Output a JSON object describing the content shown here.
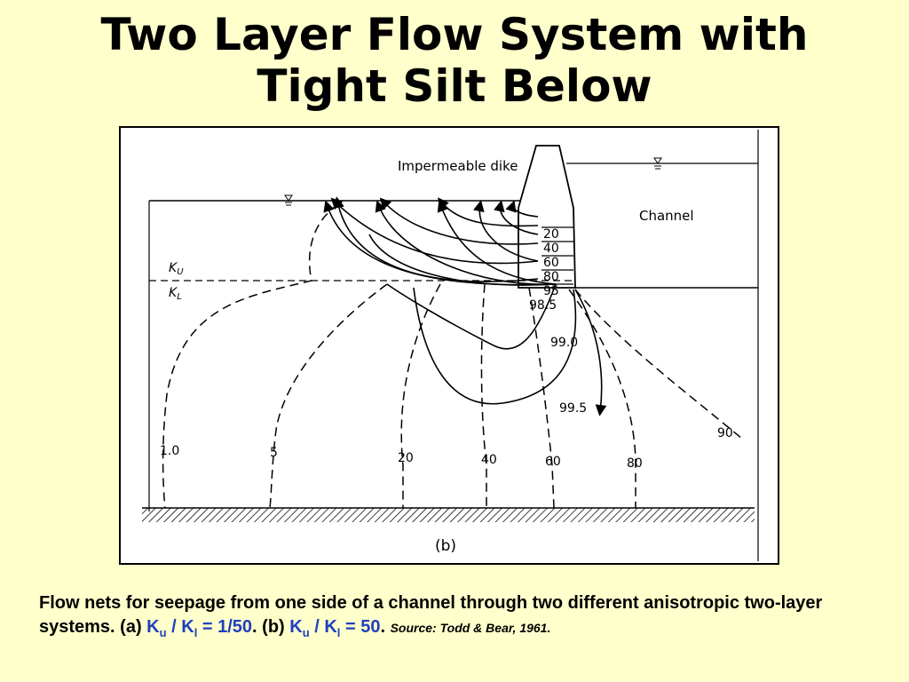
{
  "title": {
    "line1": "Two Layer Flow System with",
    "line2": "Tight Silt Below"
  },
  "figure": {
    "dike_label": "Impermeable dike",
    "channel_label": "Channel",
    "ku_label": "K",
    "ku_sub": "U",
    "kl_label": "K",
    "kl_sub": "L",
    "panel_label": "(b)",
    "dike_head_labels": [
      "20",
      "40",
      "60",
      "80",
      "95"
    ],
    "upper_head_labels": [
      "98.5",
      "99.0",
      "99.5"
    ],
    "streamline_labels": [
      "1.0",
      "5",
      "20",
      "40",
      "60",
      "80",
      "90"
    ]
  },
  "caption": {
    "text1": "Flow nets for seepage from one side of a channel through two different anisotropic two-layer systems. (a) ",
    "ku": "K",
    "ku_sub": "u",
    "slash": " / ",
    "kl": "K",
    "kl_sub": "l",
    "ratio_a": " =  1/50",
    "text2": ". (b) ",
    "ratio_b": " = 50",
    "text3": ".",
    "source": "Source: Todd & Bear, 1961."
  }
}
